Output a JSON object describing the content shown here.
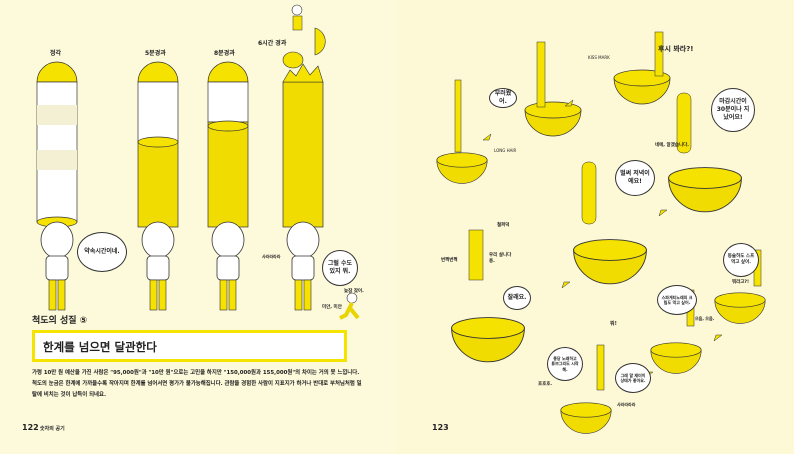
{
  "left_page": {
    "stage_labels": [
      "정각",
      "5분경과",
      "8분경과",
      "6시간 경과"
    ],
    "bubbles": [
      "약속시간이네.",
      "그럴 수도 있지 뭐."
    ],
    "sfx": [
      "사라라라라",
      "늦잠 잤어.",
      "미안, 미안"
    ],
    "heading": "척도의 성질 ⑤",
    "title": "한계를 넘으면 달관한다",
    "body": "가령 10만 원 예산을 가진 사람은 \"95,000원\"과 \"10만 원\"으로는 고민을 하지만 \"150,000원과 155,000원\"의 차이는 거의 못 느낍니다. 척도의 눈금은 한계에 가까울수록 작아지며 한계를 넘어서면 평가가 불가능해집니다. 관람을 경험한 사람이 지표지가 하거나 반대로 부처님처럼 일탈에 비치는 것이 납득이 되네요.",
    "page_number": "122",
    "running_head": "숫자의 공기"
  },
  "right_page": {
    "page_number": "123",
    "texts": {
      "look": "후시 봐라?!",
      "envy": "부러웠어.",
      "kiss": "KISS MARK",
      "hair": "LONG HAIR",
      "deadline": "마감시간이 30분이나 지났어요!",
      "ok": "네에, 알겠습니다.",
      "evening": "벌써 저녁이에요!",
      "splash": "철퍼덕",
      "flash": "번쩍번쩍",
      "we": "우리 살니다용.",
      "sleep": "잘래요.",
      "soup": "동술하도 스프 먹고 싶어.",
      "what": "뭐라고?!",
      "pasta": "스파게티노래의 크림도 먹고 싶어.",
      "hmm": "으음, 으음.",
      "pop": "뭐!",
      "pond": "퐁당 노래하고 튜브그리도 시작해.",
      "yes": "그래 알 재미이 상태가 좋아요.",
      "hoho": "호호호.",
      "sara": "사라라라라"
    }
  },
  "colors": {
    "yellow": "#f6e200",
    "paper": "#fdf9db",
    "dark_yellow": "#d9c400"
  }
}
